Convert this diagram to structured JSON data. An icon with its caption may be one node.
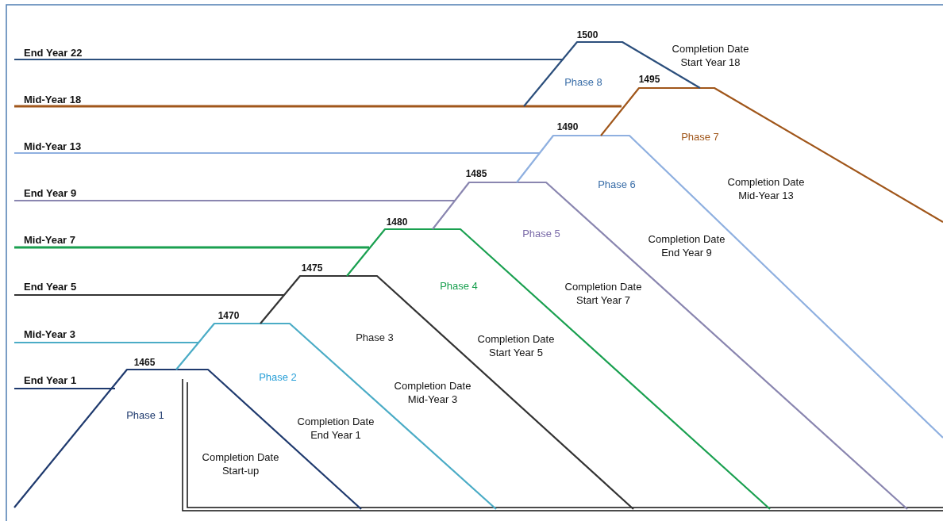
{
  "diagram": {
    "labels": [
      "1500",
      "End Year 22",
      "Completion Date Start Year 18",
      "Phase 8",
      "1495",
      "Mid-Year 18",
      "1490",
      "Phase 7",
      "Mid-Year 13",
      "1485",
      "Completion Date Mid-Year 13",
      "Phase 6",
      "End Year 9",
      "1480",
      "Phase 5",
      "Mid-Year 7",
      "Completion Date End Year 9",
      "1475",
      "Completion Date Start Year 7",
      "Phase 4",
      "End Year 5",
      "1470",
      "Completion Date Start Year 5",
      "Mid-Year 3",
      "Phase 3",
      "1465",
      "Phase 2",
      "Completion Date Mid-Year 3",
      "End Year 1",
      "Phase 1",
      "Completion Date End Year 1",
      "Completion Date Start-up"
    ]
  }
}
